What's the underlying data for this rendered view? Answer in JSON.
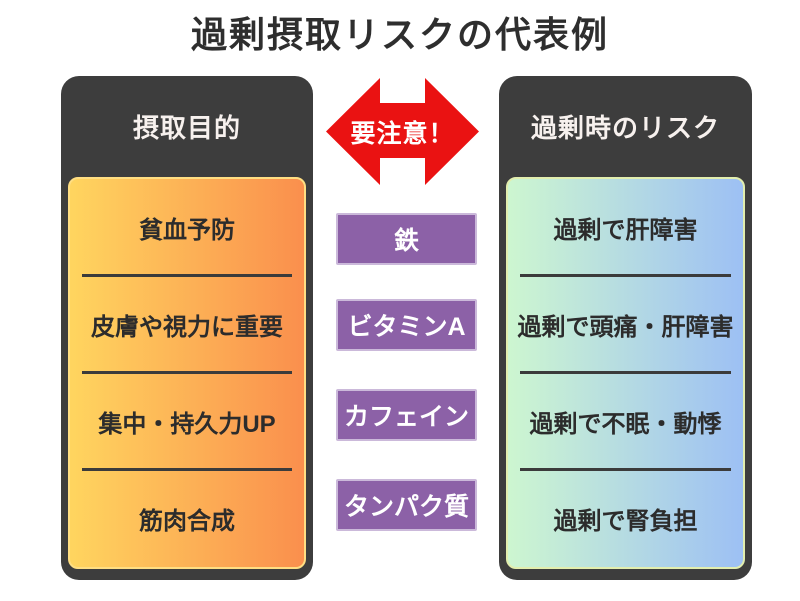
{
  "title": "過剰摂取リスクの代表例",
  "caution": {
    "label": "要注意！",
    "arrow_color": "#ea1212"
  },
  "left_card": {
    "header": "摂取目的",
    "rows": [
      "貧血予防",
      "皮膚や視力に重要",
      "集中・持久力UP",
      "筋肉合成"
    ]
  },
  "nutrients": [
    "鉄",
    "ビタミンA",
    "カフェイン",
    "タンパク質"
  ],
  "right_card": {
    "header": "過剰時のリスク",
    "rows": [
      "過剰で肝障害",
      "過剰で頭痛・肝障害",
      "過剰で不眠・動悸",
      "過剰で腎負担"
    ]
  },
  "colors": {
    "card_background": "#3d3d3d",
    "warm_gradient_start": "#ffd55f",
    "warm_gradient_end": "#fa8f4d",
    "cool_gradient_start": "#cdf6d0",
    "cool_gradient_end": "#9dc0f4",
    "nutrient_purple": "#8c61a7",
    "arrow_red": "#ea1212",
    "title_text": "#2e2e2e"
  }
}
